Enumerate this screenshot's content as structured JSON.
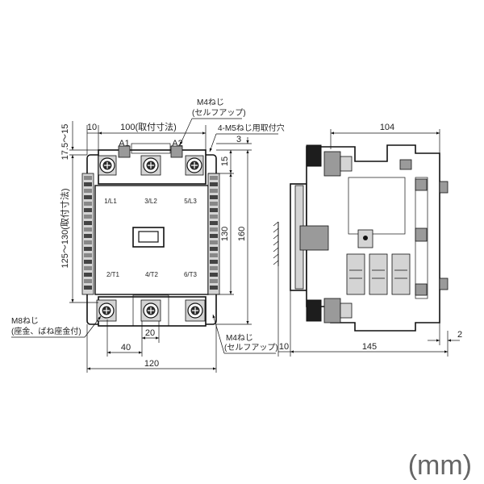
{
  "front_view": {
    "dims": {
      "left_offset": "10",
      "mount_width": "100(取付寸法)",
      "top_offset": "17.5～15",
      "mount_height": "125～130(取付寸法)",
      "gap_3": "3",
      "gap_15": "15",
      "height_130": "130",
      "height_160": "160",
      "width_40": "40",
      "width_20": "20",
      "width_120": "120"
    },
    "terminals": {
      "a1": "A1",
      "a2": "A2",
      "l1": "1/L1",
      "l2": "3/L2",
      "l3": "5/L3",
      "t1": "2/T1",
      "t2": "4/T2",
      "t3": "6/T3"
    },
    "notes": {
      "m4_top_line1": "M4ねじ",
      "m4_top_line2": "(セルフアップ)",
      "m5_holes": "4-M5ねじ用取付穴",
      "m8_line1": "M8ねじ",
      "m8_line2": "(座金、ばね座金付)",
      "m4_bottom_line1": "M4ねじ",
      "m4_bottom_line2": "(セルフアップ)"
    }
  },
  "side_view": {
    "dims": {
      "depth_104": "104",
      "offset_10": "10",
      "depth_145": "145",
      "gap_2": "2"
    }
  },
  "unit_label": "(mm)",
  "colors": {
    "line": "#111111",
    "body_fill": "#ffffff",
    "dark_part": "#1d1d1d",
    "grey_part": "#9a9a9a",
    "unit_text": "#666666"
  }
}
